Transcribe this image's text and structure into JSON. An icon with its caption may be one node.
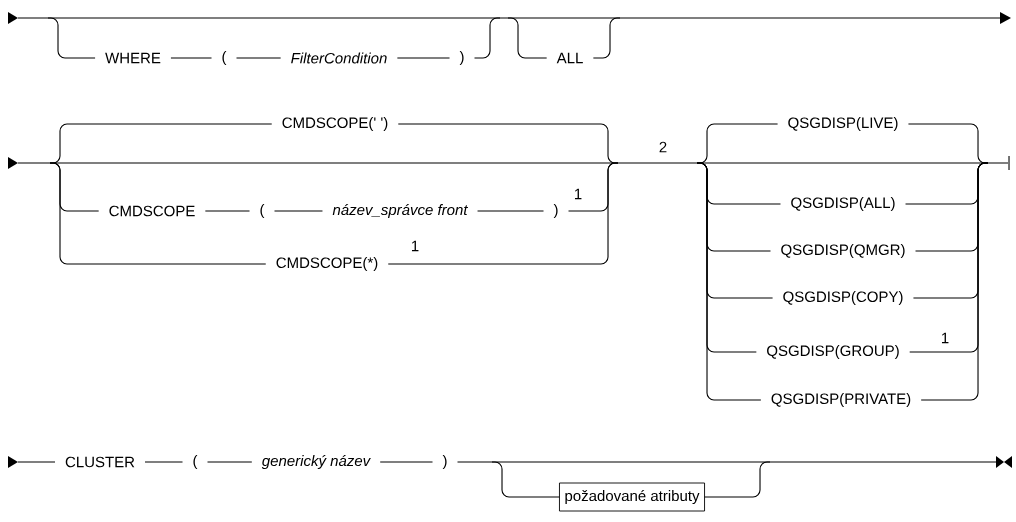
{
  "diagram": {
    "nodes": [
      {
        "text": [
          "požadované atributy"
        ]
      }
    ],
    "labels": [
      "WHERE",
      "(",
      "FilterCondition",
      ")",
      "ALL",
      "CMDSCOPE(' ')",
      "2",
      "QSGDISP(LIVE)",
      "CMDSCOPE",
      "(",
      "název_správce front",
      ")",
      "1",
      "QSGDISP(ALL)",
      "QSGDISP(QMGR)",
      "CMDSCOPE(*)",
      "1",
      "QSGDISP(COPY)",
      "QSGDISP(GROUP)",
      "1",
      "QSGDISP(PRIVATE)",
      "CLUSTER",
      "(",
      "generický název",
      ")"
    ]
  }
}
